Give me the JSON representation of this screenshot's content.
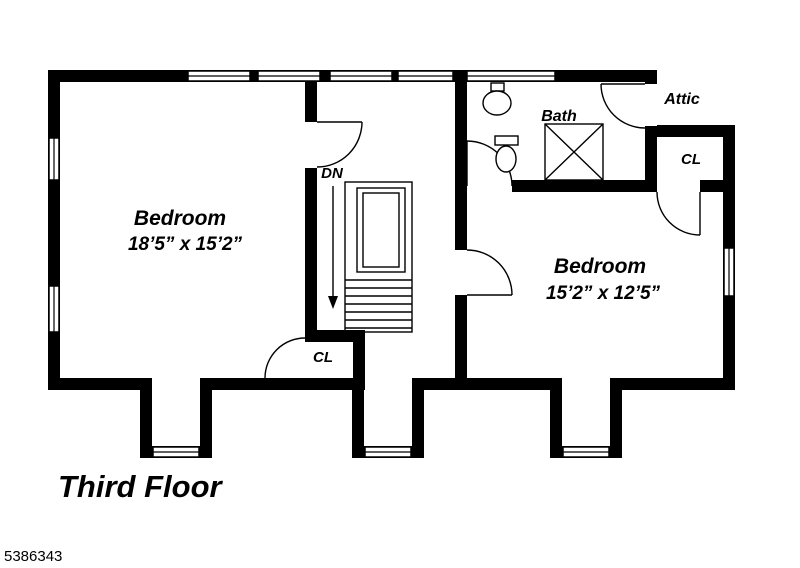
{
  "title": "Third Floor",
  "photo_id": "5386343",
  "rooms": {
    "bedroom_left": {
      "name": "Bedroom",
      "dimensions": "18’5” x 15’2”"
    },
    "bedroom_right": {
      "name": "Bedroom",
      "dimensions": "15’2” x 12’5”"
    },
    "bath": {
      "name": "Bath"
    },
    "attic": {
      "name": "Attic"
    },
    "closet_right": {
      "name": "CL"
    },
    "closet_bottom": {
      "name": "CL"
    },
    "stairs": {
      "label": "DN"
    }
  },
  "colors": {
    "wall": "#000000",
    "background": "#ffffff",
    "text": "#000000"
  }
}
